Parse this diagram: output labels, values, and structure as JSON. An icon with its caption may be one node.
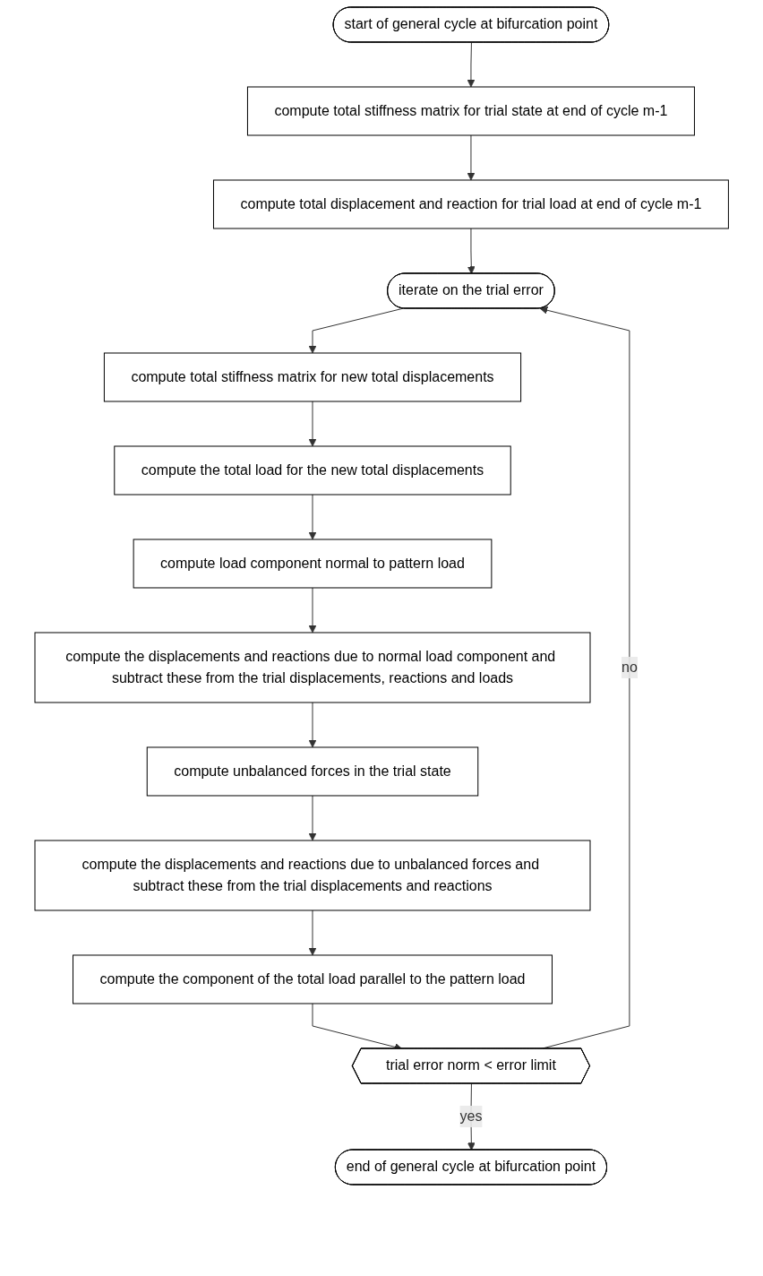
{
  "diagram": {
    "nodes": [
      {
        "text": [
          "start of general cycle at bifurcation point"
        ]
      },
      {
        "text": [
          "compute total stiffness matrix for trial state at end of cycle m-1"
        ]
      },
      {
        "text": [
          "compute total displacement and reaction for trial load at end of cycle m-1"
        ]
      },
      {
        "text": [
          "iterate on the trial error"
        ]
      },
      {
        "text": [
          "compute total stiffness matrix for new total displacements"
        ]
      },
      {
        "text": [
          "compute the total load for the new total displacements"
        ]
      },
      {
        "text": [
          "compute load component normal to pattern load"
        ]
      },
      {
        "text": [
          "compute the displacements and reactions due to normal load component and subtract these from the trial displacements, reactions and loads"
        ]
      },
      {
        "text": [
          "compute unbalanced forces in the trial state"
        ]
      },
      {
        "text": [
          "compute the displacements and reactions due to unbalanced forces and subtract these from the trial displacements and reactions"
        ]
      },
      {
        "text": [
          "compute the component of the total load parallel to the pattern load"
        ]
      },
      {
        "text": [
          "trial error norm < error limit"
        ]
      },
      {
        "text": [
          "end of general cycle at bifurcation point"
        ]
      }
    ],
    "edges": [
      {
        "from": 0,
        "to": 1,
        "arrow": "to"
      },
      {
        "from": 1,
        "to": 2,
        "arrow": "to"
      },
      {
        "from": 2,
        "to": 3,
        "arrow": "to"
      },
      {
        "from": 3,
        "to": 4,
        "arrow": "to"
      },
      {
        "from": 4,
        "to": 5,
        "arrow": "to"
      },
      {
        "from": 5,
        "to": 6,
        "arrow": "to"
      },
      {
        "from": 6,
        "to": 7,
        "arrow": "to"
      },
      {
        "from": 7,
        "to": 8,
        "arrow": "to"
      },
      {
        "from": 8,
        "to": 9,
        "arrow": "to"
      },
      {
        "from": 9,
        "to": 10,
        "arrow": "to"
      },
      {
        "from": 10,
        "to": 11,
        "arrow": "to"
      },
      {
        "from": 11,
        "to": 3,
        "label": "no",
        "arrow": "to"
      },
      {
        "from": 11,
        "to": 12,
        "label": "yes",
        "arrow": "to"
      }
    ]
  }
}
